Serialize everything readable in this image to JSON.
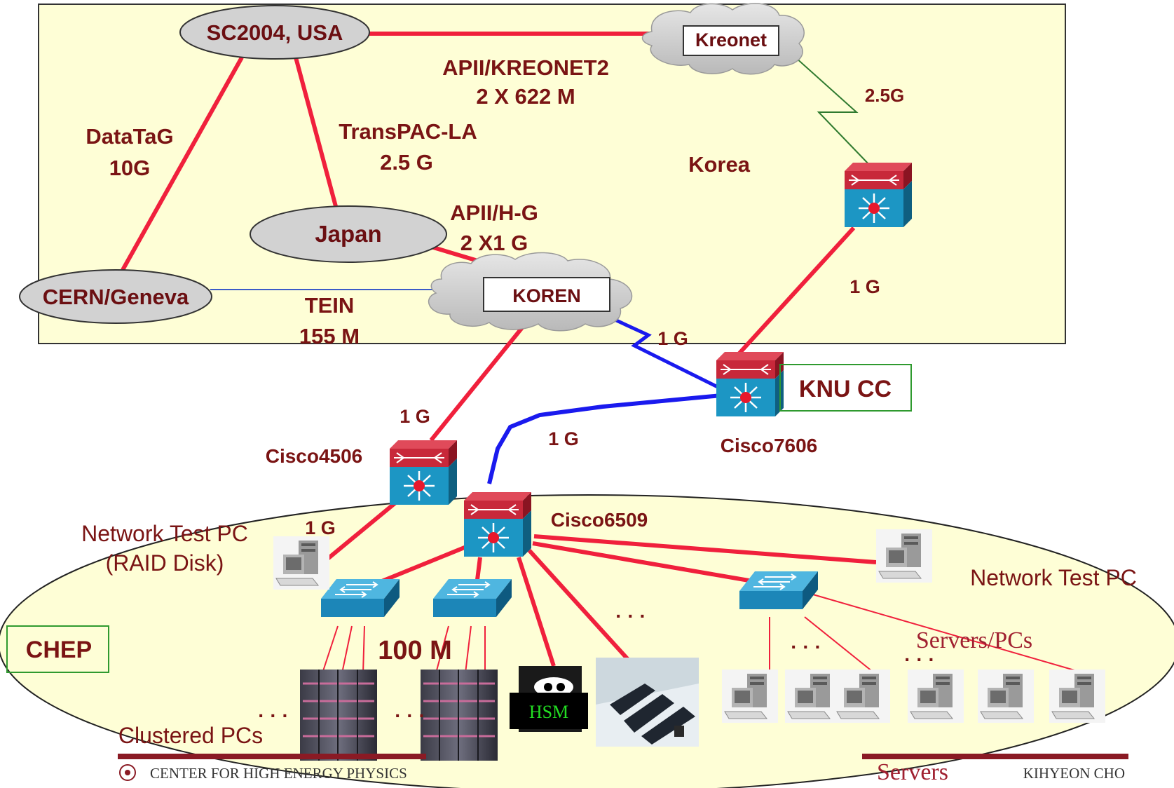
{
  "labels": {
    "sc2004": "SC2004, USA",
    "kreonet": "Kreonet",
    "apii_kreonet2_1": "APII/KREONET2",
    "apii_kreonet2_2": "2 X 622 M",
    "link_2_5g": "2.5G",
    "datatag_1": "DataTaG",
    "datatag_2": "10G",
    "transpac_1": "TransPAC-LA",
    "transpac_2": "2.5 G",
    "korea": "Korea",
    "japan": "Japan",
    "apii_hg_1": "APII/H-G",
    "apii_hg_2": "2 X1 G",
    "cern": "CERN/Geneva",
    "koren": "KOREN",
    "tein_1": "TEIN",
    "tein_2": "155 M",
    "koren_knu_1g": "1 G",
    "knu_1g": "1 G",
    "knu_cc": "KNU CC",
    "cisco7606": "Cisco7606",
    "koren_4506_1g": "1 G",
    "cisco4506": "Cisco4506",
    "c6509_7606_1g": "1 G",
    "cisco6509": "Cisco6509",
    "net_test_pc_left_1": "Network Test PC",
    "net_test_pc_left_2": "(RAID Disk)",
    "c4506_pc_1g": "1 G",
    "net_test_pc_right": "Network Test PC",
    "chep": "CHEP",
    "hundred_m": "100 M",
    "servers_pcs": "Servers/PCs",
    "hsm": "HSM",
    "clustered_pcs": "Clustered PCs",
    "servers": "Servers",
    "dots1": "· · ·",
    "dots2": "· · ·",
    "dots3": "· · ·",
    "dots4": "· · ·",
    "dots5": "· · ·"
  },
  "footer": {
    "left": "CENTER FOR HIGH ENERGY PHYSICS",
    "right": "KIHYEON CHO"
  },
  "colors": {
    "region_fill": "#fefed6",
    "red_link": "#f0203c",
    "blue_link": "#1a1aee",
    "green_link": "#2f7a2f",
    "label": "#7a1414",
    "router_blue": "#1c96c4",
    "router_red": "#cc2233"
  }
}
